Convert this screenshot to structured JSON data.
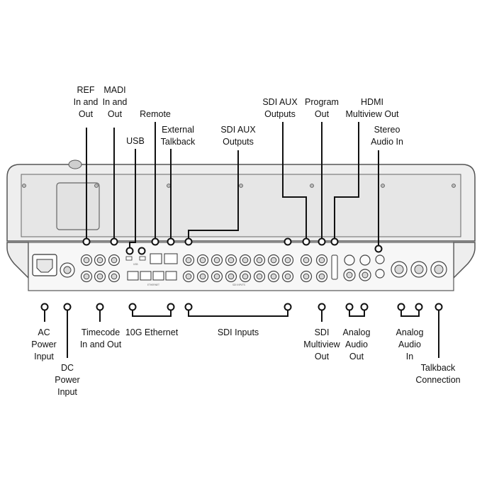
{
  "labels_top": {
    "ref": "REF\nIn and\nOut",
    "madi": "MADI\nIn and\nOut",
    "remote": "Remote",
    "usb": "USB",
    "talkback_ext": "External\nTalkback",
    "sdi_aux_a": "SDI AUX\nOutputs",
    "sdi_aux_b": "SDI AUX\nOutputs",
    "program": "Program\nOut",
    "hdmi": "HDMI\nMultiview Out",
    "stereo": "Stereo\nAudio In"
  },
  "labels_bottom": {
    "ac": "AC\nPower\nInput",
    "dc": "DC\nPower\nInput",
    "timecode": "Timecode\nIn and Out",
    "ethernet": "10G Ethernet",
    "sdi_inputs": "SDI Inputs",
    "sdi_multiview": "SDI\nMultiview\nOut",
    "analog_out": "Analog\nAudio\nOut",
    "analog_in": "Analog\nAudio\nIn",
    "talkback_conn": "Talkback\nConnection"
  },
  "panel_text": {
    "ethernet_strip": "ETHERNET",
    "sdi_strip": "SDI INPUTS",
    "usb_tag": "USB"
  }
}
